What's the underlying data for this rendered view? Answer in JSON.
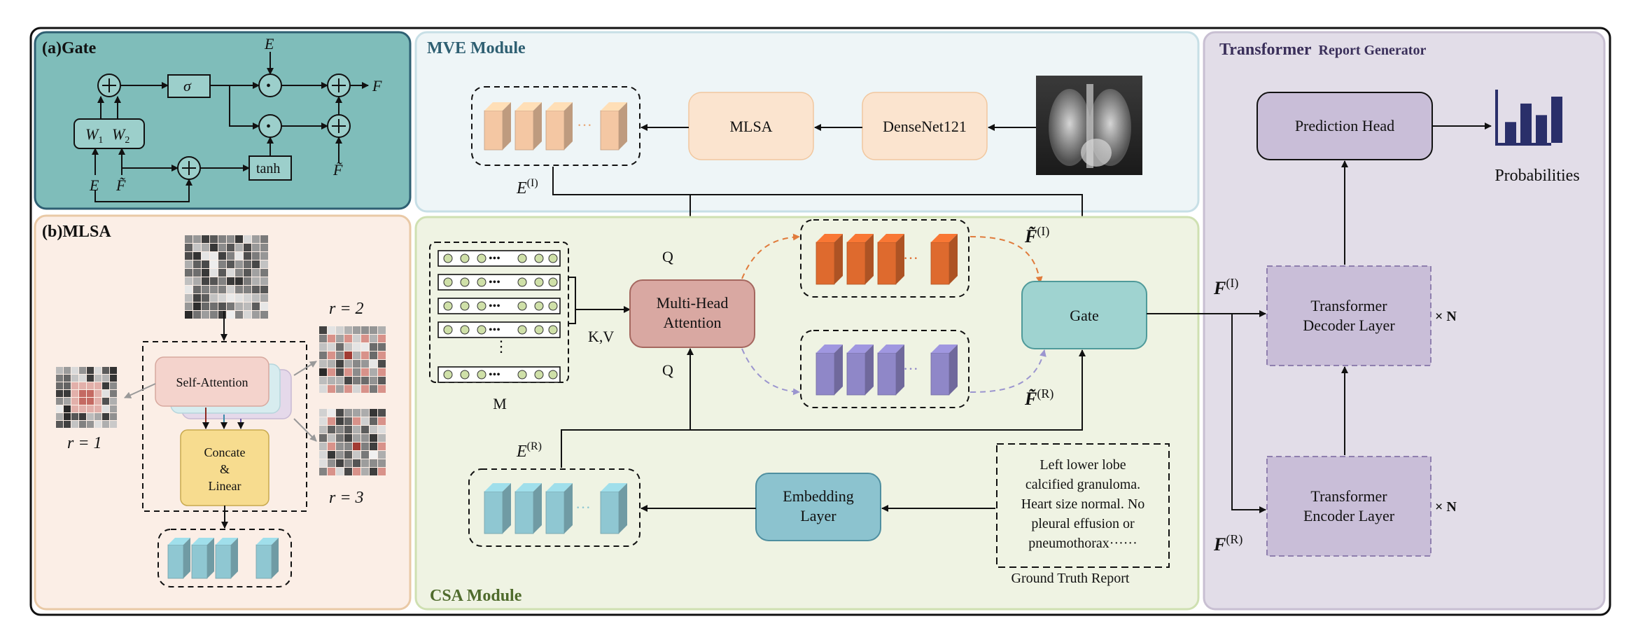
{
  "colors": {
    "gate_panel_bg": "#7fbdba",
    "mve_panel_bg": "#eef5f7",
    "mlsa_panel_bg": "#fbeee6",
    "csa_panel_bg": "#eff3e3",
    "transformer_panel_bg": "#e2dde8",
    "orange_block": "#f4c7a3",
    "dark_orange_block": "#de6a2e",
    "purple_block": "#8f87c8",
    "teal_block": "#8fc7d2",
    "mha_fill": "#d9a8a2",
    "gate_fill": "#9fd3d0",
    "embed_fill": "#8cc3cf",
    "transformer_box_fill": "#c9bed8",
    "concat_fill": "#f7dc8f",
    "selfattn_fill": "#f4d3cc"
  },
  "panels": {
    "gate": {
      "title": "(a)Gate"
    },
    "mlsa": {
      "title": "(b)MLSA"
    },
    "mve": {
      "title": "MVE Module"
    },
    "csa": {
      "title": "CSA Module"
    },
    "transformer": {
      "title_main": "Transformer",
      "title_sub": "Report Generator"
    }
  },
  "gate_diagram": {
    "sigma": "σ",
    "tanh": "tanh",
    "w1": "W",
    "w1_sub": "1",
    "w2": "W",
    "w2_sub": "2",
    "e_top": "E",
    "e_bottom": "E",
    "f_tilde_left": "F̃",
    "f_tilde_right": "F̃",
    "f_out": "F",
    "plus": "+",
    "dot": "•"
  },
  "mlsa_diagram": {
    "self_attention": "Self-Attention",
    "concat_line1": "Concate",
    "concat_line2": "&",
    "concat_line3": "Linear",
    "r1": "r = 1",
    "r2": "r = 2",
    "r3": "r = 3"
  },
  "mve_diagram": {
    "mlsa": "MLSA",
    "densenet": "DenseNet121",
    "e_image": "E",
    "e_image_sup": "(I)"
  },
  "csa_diagram": {
    "memory": "M",
    "mha_line1": "Multi-Head",
    "mha_line2": "Attention",
    "q_top": "Q",
    "q_bottom": "Q",
    "kv": "K,V",
    "gate": "Gate",
    "f_tilde_i": "F̃",
    "f_tilde_i_sup": "(I)",
    "f_tilde_r": "F̃",
    "f_tilde_r_sup": "(R)",
    "e_report": "E",
    "e_report_sup": "(R)",
    "embed_line1": "Embedding",
    "embed_line2": "Layer",
    "report_lines": [
      "Left lower lobe",
      "calcified granuloma.",
      "Heart size normal. No",
      "pleural effusion or",
      "pneumothorax······"
    ],
    "report_caption": "Ground Truth Report",
    "dots": "···"
  },
  "transformer_diagram": {
    "prediction_head": "Prediction Head",
    "probabilities": "Probabilities",
    "decoder_line1": "Transformer",
    "decoder_line2": "Decoder Layer",
    "encoder_line1": "Transformer",
    "encoder_line2": "Encoder Layer",
    "times_n_decoder": "× N",
    "times_n_encoder": "× N",
    "f_image": "F",
    "f_image_sup": "(I)",
    "f_report": "F",
    "f_report_sup": "(R)",
    "probability_levels": [
      0.45,
      0.85,
      0.6,
      1.0
    ]
  }
}
